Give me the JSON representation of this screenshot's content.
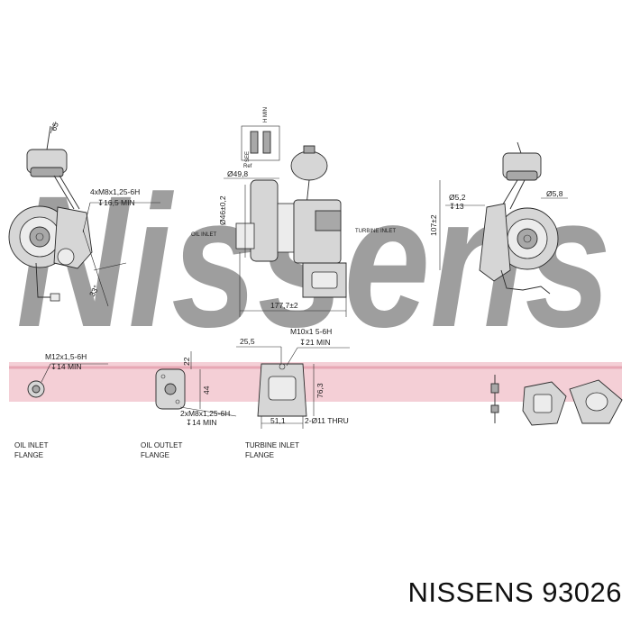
{
  "colors": {
    "watermark": "#9fbfdc",
    "band": "#f4cfd6",
    "band_line": "#e7a7b4",
    "drawing": "#2a2a2a"
  },
  "watermark": {
    "text": "Nissens"
  },
  "views": {
    "left": {
      "dims": {
        "angle": "65",
        "thread": "4xM8x1,25-6H",
        "depth": "↧16,5 MIN",
        "offset": "33°"
      }
    },
    "center": {
      "dims": {
        "d1": "Ø49,8",
        "d2": "Ø46±0,2",
        "length": "177,7±2",
        "oil_label": "OIL INLET",
        "turbine_label": "TURBINE INLET"
      },
      "inset": {
        "l1": "H MIN",
        "l2": "SEE",
        "l3": "Ref"
      }
    },
    "right": {
      "dims": {
        "height": "107±2",
        "d1": "Ø5,2",
        "d1_depth": "↧13",
        "d2": "Ø5,8"
      }
    }
  },
  "flanges": {
    "oil_inlet": {
      "thread": "M12x1,5-6H",
      "depth": "↧14 MIN",
      "label_1": "OIL  INLET",
      "label_2": "FLANGE"
    },
    "oil_outlet": {
      "dim_1": "22",
      "dim_2": "44",
      "thread": "2xM8x1,25-6H",
      "depth": "↧14 MIN",
      "label_1": "OIL  OUTLET",
      "label_2": "FLANGE"
    },
    "turbine_inlet": {
      "dim_1": "25,5",
      "thread": "M10x1 5-6H",
      "depth": "↧21 MIN",
      "dim_2": "76,3",
      "dim_3": "51,1",
      "holes": "2-Ø11  THRU",
      "label_1": "TURBINE  INLET",
      "label_2": "FLANGE"
    }
  },
  "footer": {
    "brand": "NISSENS",
    "part_number": "93026"
  }
}
